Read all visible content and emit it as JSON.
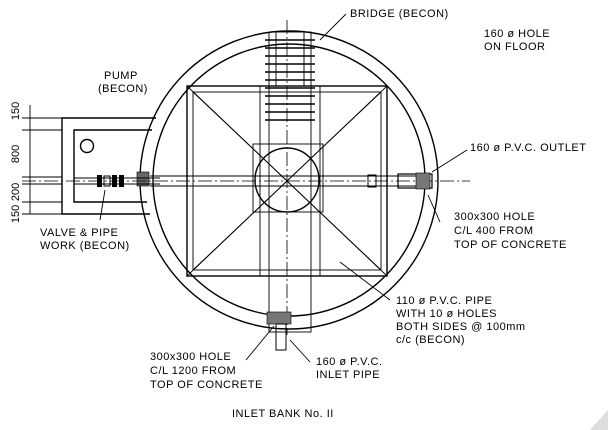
{
  "labels": {
    "bridge": "BRIDGE (BECON)",
    "floor_hole_1": "160 ø HOLE",
    "floor_hole_2": "ON FLOOR",
    "pump_1": "PUMP",
    "pump_2": "(BECON)",
    "outlet": "160 ø P.V.C. OUTLET",
    "hole_right_1": "300x300 HOLE",
    "hole_right_2": "C/L 400 FROM",
    "hole_right_3": "TOP OF CONCRETE",
    "valve_1": "VALVE & PIPE",
    "valve_2": "WORK (BECON)",
    "pipe_1": "110 ø P.V.C. PIPE",
    "pipe_2": "WITH 10 ø HOLES",
    "pipe_3": "BOTH SIDES @ 100mm",
    "pipe_4": "c/c (BECON)",
    "hole_bottom_1": "300x300 HOLE",
    "hole_bottom_2": "C/L 1200 FROM",
    "hole_bottom_3": "TOP OF CONCRETE",
    "inlet_1": "160 ø P.V.C.",
    "inlet_2": "INLET PIPE",
    "title": "INLET BANK No. II"
  },
  "dimensions": [
    "150",
    "800",
    "200",
    "150"
  ]
}
